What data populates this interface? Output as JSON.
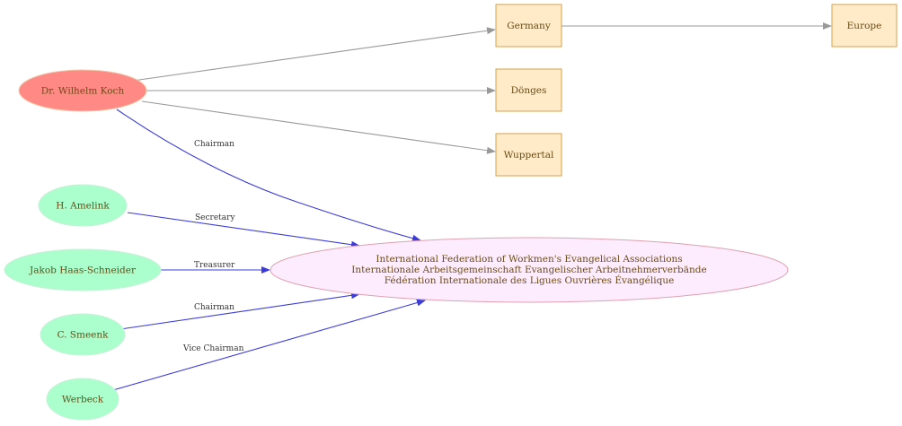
{
  "colors": {
    "person_koch": "#ff8a85",
    "person_other": "#aaffcc",
    "place": "#ffebc8",
    "place_border": "#d4a04a",
    "org_fill": "#fdecfd",
    "org_border": "#e0a0b0",
    "edge_gray": "#999999",
    "edge_blue": "#3c3cdd",
    "text": "#6b4a14"
  },
  "nodes": {
    "koch": "Dr. Wilhelm Koch",
    "amelink": "H. Amelink",
    "haas": "Jakob Haas-Schneider",
    "smeenk": "C. Smeenk",
    "werbeck": "Werbeck",
    "germany": "Germany",
    "donges": "Dönges",
    "wuppertal": "Wuppertal",
    "europe": "Europe",
    "org_line1": "International Federation of Workmen's Evangelical Associations",
    "org_line2": "Internationale Arbeitsgemeinschaft Evangelischer Arbeitnehmerverbände",
    "org_line3": "Fédération Internationale des Ligues Ouvrières Évangélique"
  },
  "edges": {
    "koch_org": "Chairman",
    "amelink_org": "Secretary",
    "haas_org": "Treasurer",
    "smeenk_org": "Chairman",
    "werbeck_org": "Vice Chairman"
  }
}
